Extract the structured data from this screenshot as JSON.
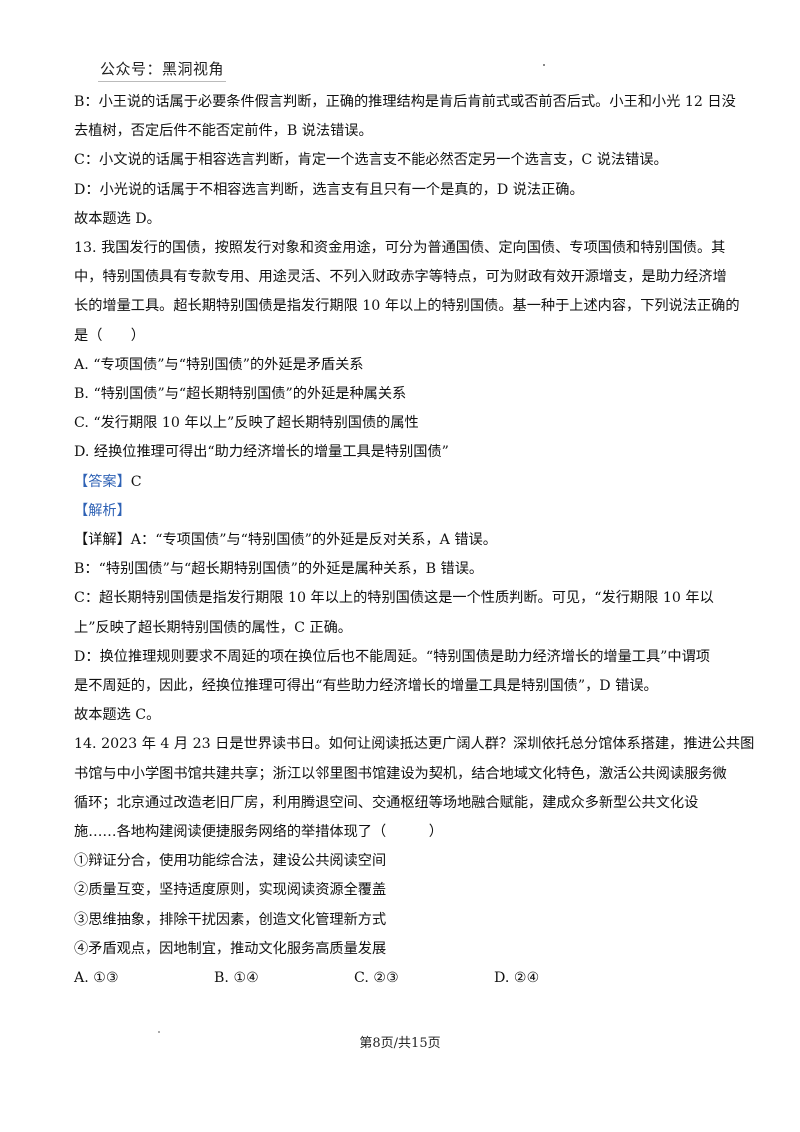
{
  "watermark": "公众号：黑洞视角",
  "lines_top": [
    "B：小王说的话属于必要条件假言判断，正确的推理结构是肯后肯前式或否前否后式。小王和小光 12 日没",
    "去植树，否定后件不能否定前件，B 说法错误。",
    "C：小文说的话属于相容选言判断，肯定一个选言支不能必然否定另一个选言支，C 说法错误。",
    "D：小光说的话属于不相容选言判断，选言支有且只有一个是真的，D 说法正确。",
    "故本题选 D。",
    "13. 我国发行的国债，按照发行对象和资金用途，可分为普通国债、定向国债、专项国债和特别国债。其",
    "中，特别国债具有专款专用、用途灵活、不列入财政赤字等特点，可为财政有效开源增支，是助力经济增",
    "长的增量工具。超长期特别国债是指发行期限 10 年以上的特别国债。基一种于上述内容，下列说法正确的",
    "是（　　）",
    "A. “专项国债”与“特别国债”的外延是矛盾关系",
    "B. “特别国债”与“超长期特别国债”的外延是种属关系",
    "C. “发行期限 10 年以上”反映了超长期特别国债的属性",
    "D. 经换位推理可得出“助力经济增长的增量工具是特别国债”"
  ],
  "answer": {
    "tag": "【答案】",
    "value": "C"
  },
  "analysis_tag": "【解析】",
  "detail": {
    "tag": "【详解】",
    "text": "A：“专项国债”与“特别国债”的外延是反对关系，A 错误。"
  },
  "lines_bottom": [
    "B：“特别国债”与“超长期特别国债”的外延是属种关系，B 错误。",
    "C：超长期特别国债是指发行期限 10 年以上的特别国债这是一个性质判断。可见，“发行期限 10 年以",
    "上”反映了超长期特别国债的属性，C 正确。",
    "D：换位推理规则要求不周延的项在换位后也不能周延。“特别国债是助力经济增长的增量工具”中谓项",
    "是不周延的，因此，经换位推理可得出“有些助力经济增长的增量工具是特别国债”，D 错误。",
    "故本题选 C。",
    "14. 2023 年 4 月 23 日是世界读书日。如何让阅读抵达更广阔人群？深圳依托总分馆体系搭建，推进公共图",
    "书馆与中小学图书馆共建共享；浙江以邻里图书馆建设为契机，结合地域文化特色，激活公共阅读服务微",
    "循环；北京通过改造老旧厂房，利用腾退空间、交通枢纽等场地融合赋能，建成众多新型公共文化设",
    "施……各地构建阅读便捷服务网络的举措体现了（　　　）",
    "①辩证分合，使用功能综合法，建设公共阅读空间",
    "②质量互变，坚持适度原则，实现阅读资源全覆盖",
    "③思维抽象，排除干扰因素，创造文化管理新方式",
    "④矛盾观点，因地制宜，推动文化服务高质量发展"
  ],
  "options": [
    "A. ①③",
    "B. ①④",
    "C. ②③",
    "D. ②④"
  ],
  "footer": "第8页/共15页"
}
